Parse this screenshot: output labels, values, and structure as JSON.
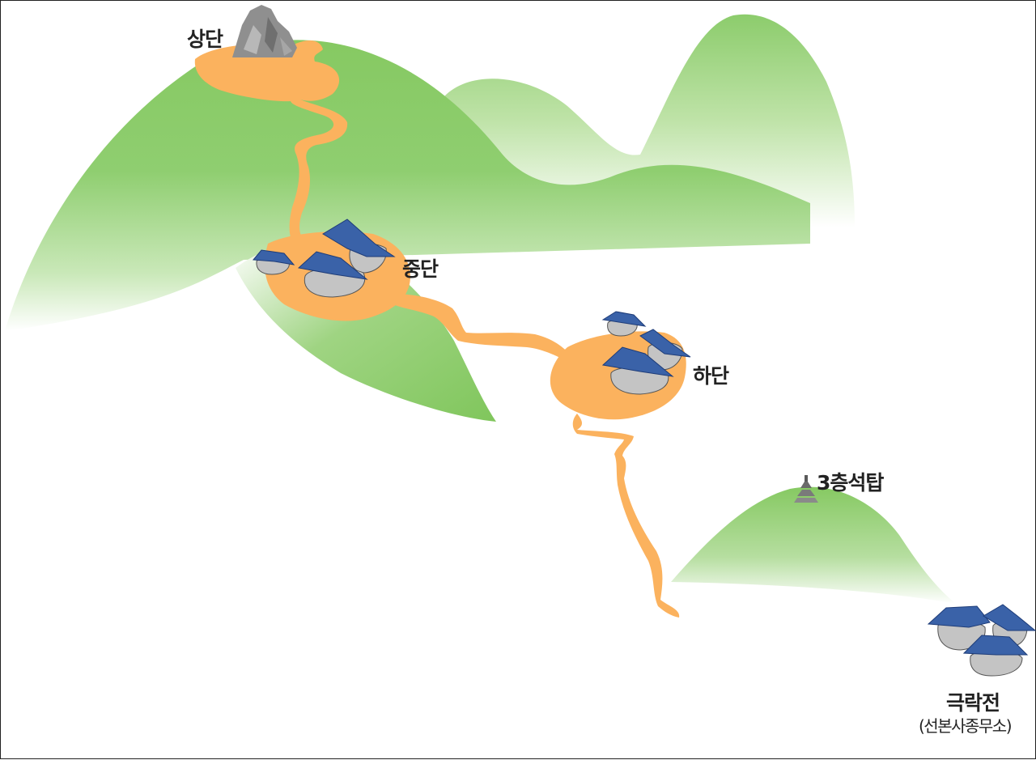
{
  "labels": {
    "upper": "상단",
    "middle": "중단",
    "lower": "하단",
    "pagoda": "3층석탑",
    "hall": "극락전",
    "hall_note": "(선본사종무소)"
  },
  "colors": {
    "mountain": "#8dcc6e",
    "path": "#fbb25e",
    "roof": "#3a62a8",
    "wall": "#c4c4c4",
    "rock": "#8f8f8f"
  }
}
